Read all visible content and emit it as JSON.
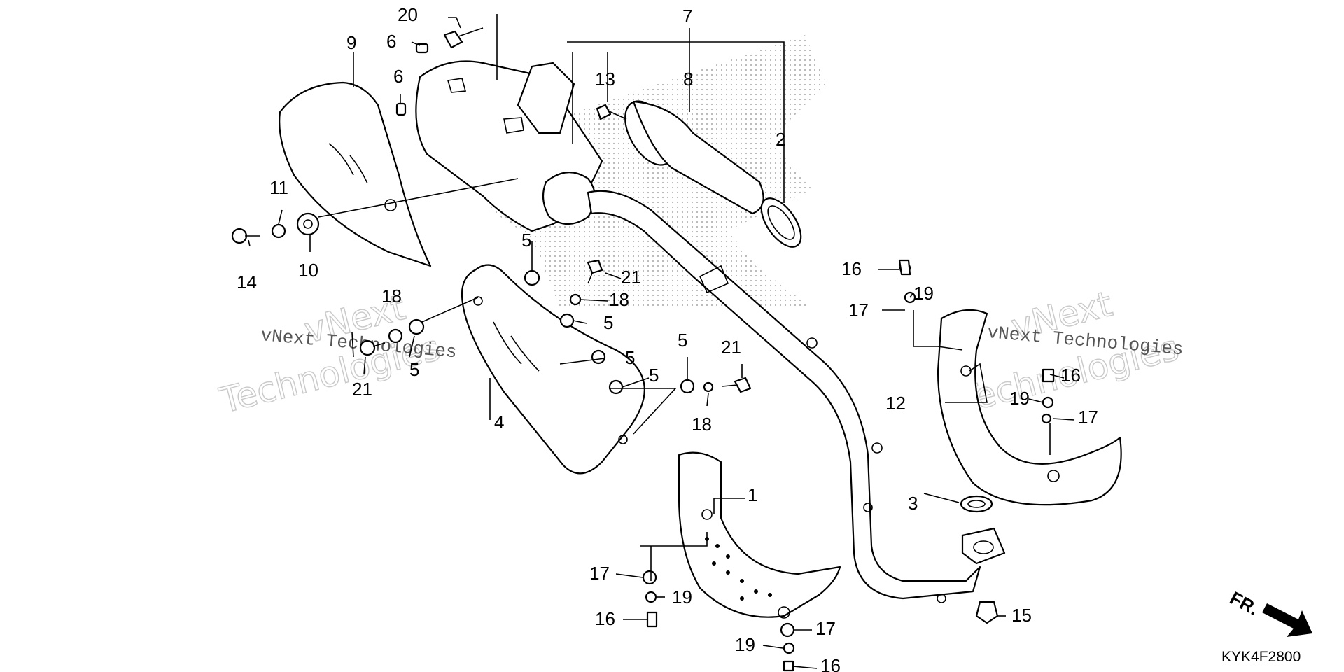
{
  "diagram_code": "KYK4F2800",
  "front_marker": "FR.",
  "watermark": {
    "brand_line1": "vNext",
    "brand_line2": "Technologies",
    "brand_full": "vNext Technologies"
  },
  "callouts": {
    "c1": "1",
    "c2": "2",
    "c3": "3",
    "c4": "4",
    "c5a": "5",
    "c5b": "5",
    "c5c": "5",
    "c5d": "5",
    "c5e": "5",
    "c5f": "5",
    "c6a": "6",
    "c6b": "6",
    "c7": "7",
    "c8": "8",
    "c9": "9",
    "c10": "10",
    "c11": "11",
    "c12": "12",
    "c13": "13",
    "c14": "14",
    "c15": "15",
    "c16a": "16",
    "c16b": "16",
    "c16c": "16",
    "c16d": "16",
    "c17a": "17",
    "c17b": "17",
    "c17c": "17",
    "c17d": "17",
    "c18a": "18",
    "c18b": "18",
    "c18c": "18",
    "c19a": "19",
    "c19b": "19",
    "c19c": "19",
    "c19d": "19",
    "c20": "20",
    "c21a": "21",
    "c21b": "21",
    "c21c": "21"
  }
}
